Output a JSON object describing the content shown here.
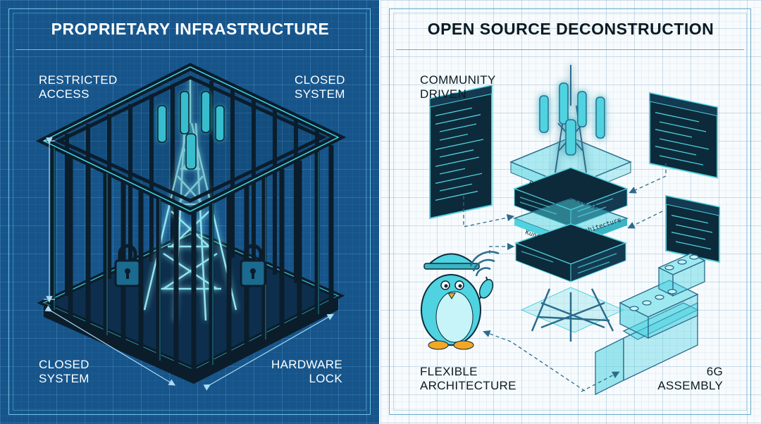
{
  "left_panel": {
    "title": "PROPRIETARY INFRASTRUCTURE",
    "labels": {
      "top_left": [
        "RESTRICTED",
        "ACCESS"
      ],
      "top_right": [
        "CLOSED",
        "SYSTEM"
      ],
      "bottom_left": [
        "CLOSED",
        "SYSTEM"
      ],
      "bottom_right": [
        "HARDWARE",
        "LOCK"
      ]
    },
    "colors": {
      "background": "#16548a",
      "line": "#6fc3ea",
      "cage": "#0b1d2b",
      "glow": "#3fd8e8"
    },
    "icons": [
      "cell-tower-icon",
      "cage-icon",
      "padlock-icon"
    ]
  },
  "right_panel": {
    "title": "OPEN SOURCE DECONSTRUCTION",
    "labels": {
      "top_left": [
        "COMMUNITY",
        "DRIVEN"
      ],
      "bottom_left": [
        "FLEXIBLE",
        "ARCHITECTURE"
      ],
      "bottom_right": [
        "6G",
        "ASSEMBLY"
      ]
    },
    "stack_layers": [
      "Protect Dire Pro st",
      "Kunctine Architect",
      "onachitecture"
    ],
    "colors": {
      "background": "#f7fbfd",
      "accent": "#4fd3e0",
      "dark": "#0d2a3a",
      "line": "#2b6c8c"
    },
    "icons": [
      "cell-tower-icon",
      "code-window-icon",
      "penguin-mascot-icon",
      "wifi-icon",
      "building-blocks-icon"
    ]
  }
}
